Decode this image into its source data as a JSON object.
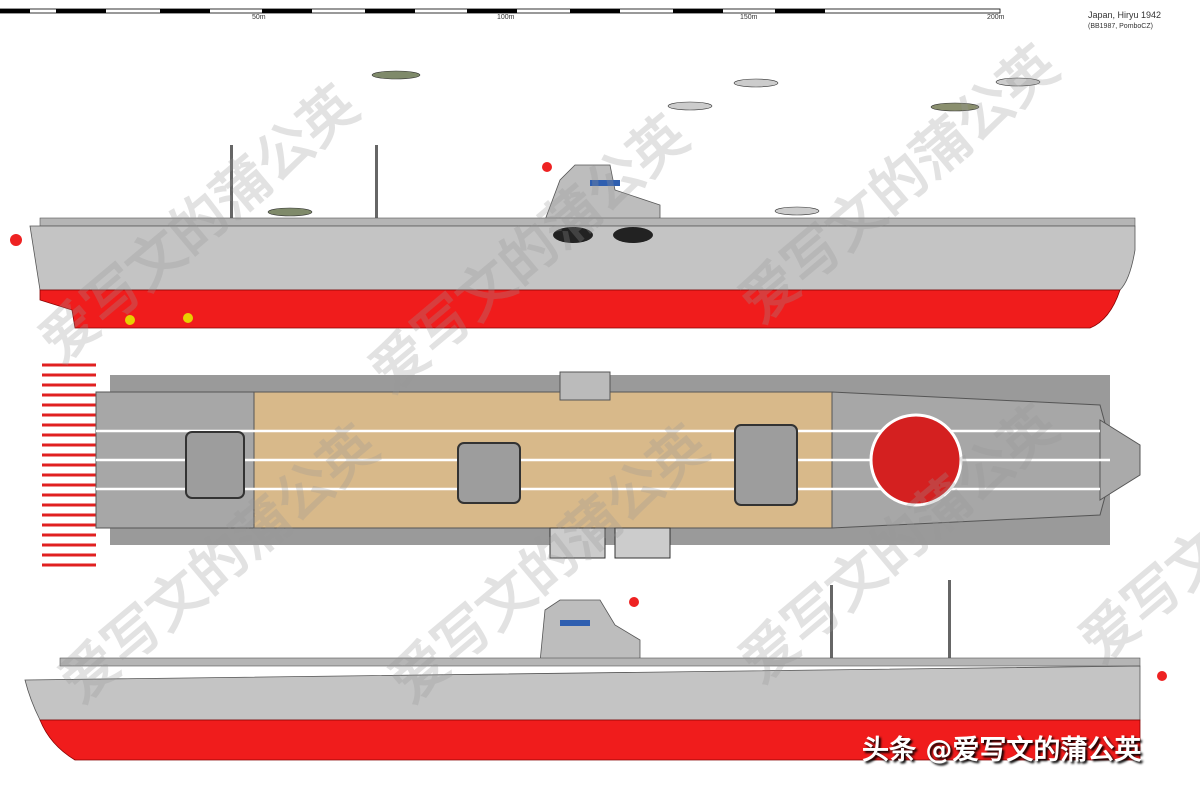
{
  "scale_bar": {
    "labels": [
      "50m",
      "100m",
      "150m",
      "200m"
    ]
  },
  "title": "Japan, Hiryu 1942",
  "credit": "(BB1987, PomboCZ)",
  "watermark": "爱写文的蒲公英",
  "badge": "头条 @爱写文的蒲公英",
  "colors": {
    "hull_grey": "#c4c4c4",
    "hull_red": "#f01c1c",
    "deck_wood": "#d8b98a",
    "deck_grey": "#a8a8a8",
    "hinomaru": "#d42020"
  }
}
